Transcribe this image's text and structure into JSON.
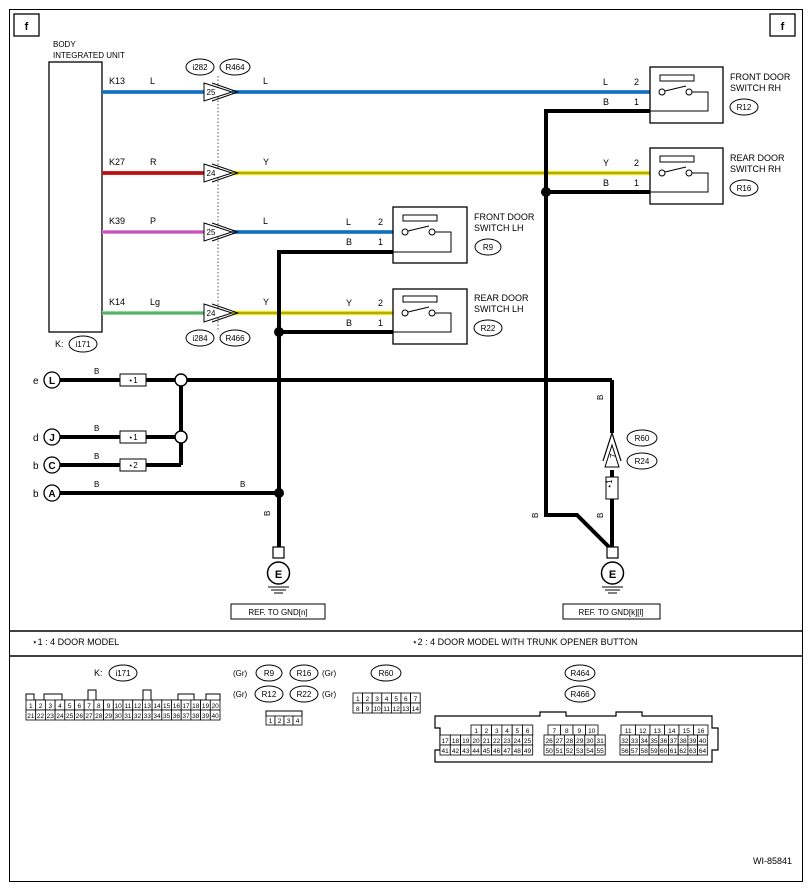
{
  "page": {
    "tab_left": "f",
    "tab_right": "f",
    "figure_id": "WI-85841"
  },
  "bcm": {
    "title_line1": "BODY",
    "title_line2": "INTEGRATED UNIT",
    "conn_prefix": "K:",
    "conn": "i171"
  },
  "wires": [
    {
      "pin": "K13",
      "color_in": "L",
      "pin_no": "25",
      "color_out": "L",
      "hex_in": "#2b8fe0",
      "hex_out": "#2b8fe0"
    },
    {
      "pin": "K27",
      "color_in": "R",
      "pin_no": "24",
      "color_out": "Y",
      "hex_in": "#e02020",
      "hex_out": "#f2e600"
    },
    {
      "pin": "K39",
      "color_in": "P",
      "pin_no": "25",
      "color_out": "L",
      "hex_in": "#f080e0",
      "hex_out": "#2b8fe0"
    },
    {
      "pin": "K14",
      "color_in": "Lg",
      "pin_no": "24",
      "color_out": "Y",
      "hex_in": "#80e090",
      "hex_out": "#f2e600"
    }
  ],
  "inline_conns": {
    "top1": "i282",
    "top2": "R464",
    "bot1": "i284",
    "bot2": "R466"
  },
  "switches": [
    {
      "name1": "FRONT DOOR",
      "name2": "SWITCH RH",
      "conn": "R12",
      "w2": "L",
      "w1": "B",
      "p2": "2",
      "p1": "1"
    },
    {
      "name1": "REAR DOOR",
      "name2": "SWITCH RH",
      "conn": "R16",
      "w2": "Y",
      "w1": "B",
      "p2": "2",
      "p1": "1"
    },
    {
      "name1": "FRONT DOOR",
      "name2": "SWITCH LH",
      "conn": "R9",
      "w2": "L",
      "w1": "B",
      "p2": "2",
      "p1": "1"
    },
    {
      "name1": "REAR DOOR",
      "name2": "SWITCH LH",
      "conn": "R22",
      "w2": "Y",
      "w1": "B",
      "p2": "2",
      "p1": "1"
    }
  ],
  "ground_feeds": [
    {
      "prefix": "e",
      "letter": "L",
      "wire": "B",
      "star": "⋆1"
    },
    {
      "prefix": "d",
      "letter": "J",
      "wire": "B",
      "star": "⋆1"
    },
    {
      "prefix": "b",
      "letter": "C",
      "wire": "B",
      "star": "⋆2"
    },
    {
      "prefix": "b",
      "letter": "A",
      "wire": "B",
      "wire2": "B"
    }
  ],
  "right_ground": {
    "conn1": "R60",
    "conn2": "R24",
    "pin": "7",
    "star": "⋆1",
    "wire_top": "B",
    "wire_b1": "B",
    "wire_b2": "B"
  },
  "grounds": [
    {
      "symbol": "E",
      "ref": "REF. TO GND[n]",
      "wire": "B"
    },
    {
      "symbol": "E",
      "ref": "REF. TO GND[k][l]"
    }
  ],
  "notes": [
    "⋆1 : 4 DOOR MODEL",
    "⋆2 : 4 DOOR MODEL WITH TRUNK OPENER BUTTON"
  ],
  "connectors": {
    "i171_prefix": "K:",
    "i171": "i171",
    "i171_row1": [
      "1",
      "2",
      "3",
      "4",
      "5",
      "6",
      "7",
      "8",
      "9",
      "10",
      "11",
      "12",
      "13",
      "14",
      "15",
      "16",
      "17",
      "18",
      "19",
      "20"
    ],
    "i171_row2": [
      "21",
      "22",
      "23",
      "24",
      "25",
      "26",
      "27",
      "28",
      "29",
      "30",
      "31",
      "32",
      "33",
      "34",
      "35",
      "36",
      "37",
      "38",
      "39",
      "40"
    ],
    "sw_labels": [
      "R9",
      "R16",
      "R12",
      "R22"
    ],
    "gr": "(Gr)",
    "sw_pins": [
      "1",
      "2",
      "3",
      "4"
    ],
    "r60": "R60",
    "r60_row1": [
      "1",
      "2",
      "3",
      "4",
      "5",
      "6",
      "7"
    ],
    "r60_row2": [
      "8",
      "9",
      "10",
      "11",
      "12",
      "13",
      "14"
    ],
    "r464": "R464",
    "r466": "R466",
    "big_a_row1": [
      "1",
      "2",
      "3",
      "4",
      "5",
      "6"
    ],
    "big_a_row2": [
      "17",
      "18",
      "19",
      "20",
      "21",
      "22",
      "23",
      "24",
      "25"
    ],
    "big_a_row3": [
      "41",
      "42",
      "43",
      "44",
      "45",
      "46",
      "47",
      "48",
      "49"
    ],
    "big_b_row1": [
      "7",
      "8",
      "9",
      "10"
    ],
    "big_b_row2": [
      "26",
      "27",
      "28",
      "29",
      "30",
      "31"
    ],
    "big_b_row3": [
      "50",
      "51",
      "52",
      "53",
      "54",
      "55"
    ],
    "big_c_row1": [
      "11",
      "12",
      "13",
      "14",
      "15",
      "16"
    ],
    "big_c_row2": [
      "32",
      "33",
      "34",
      "35",
      "36",
      "37",
      "38",
      "39",
      "40"
    ],
    "big_c_row3": [
      "56",
      "57",
      "58",
      "59",
      "60",
      "61",
      "62",
      "63",
      "64"
    ]
  }
}
